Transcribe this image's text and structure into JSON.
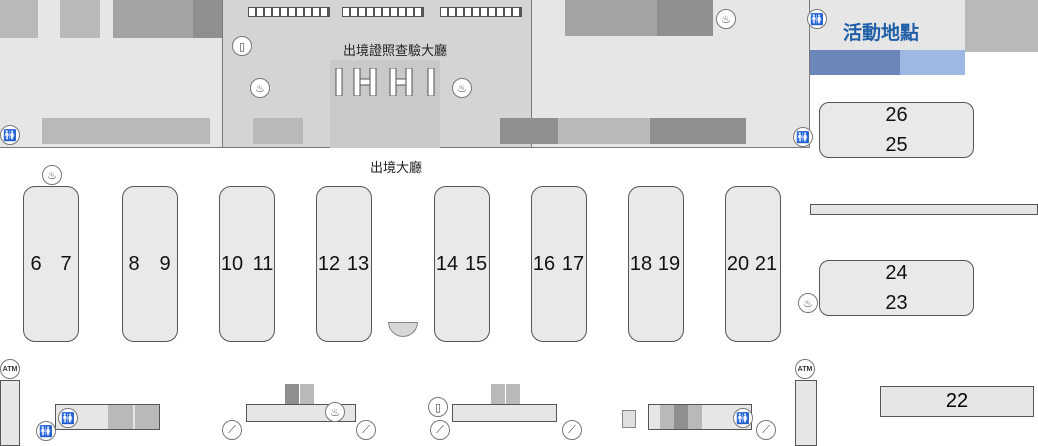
{
  "map": {
    "legend_title": "活動地點",
    "label_passport_hall": "出境證照查驗大廳",
    "label_departure_hall": "出境大廳",
    "counters": [
      {
        "id": "c-6-7",
        "label_a": "6",
        "label_b": "7"
      },
      {
        "id": "c-8-9",
        "label_a": "8",
        "label_b": "9"
      },
      {
        "id": "c-10-11",
        "label_a": "10",
        "label_b": "11"
      },
      {
        "id": "c-12-13",
        "label_a": "12",
        "label_b": "13"
      },
      {
        "id": "c-14-15",
        "label_a": "14",
        "label_b": "15"
      },
      {
        "id": "c-16-17",
        "label_a": "16",
        "label_b": "17"
      },
      {
        "id": "c-18-19",
        "label_a": "18",
        "label_b": "19"
      },
      {
        "id": "c-20-21",
        "label_a": "20",
        "label_b": "21"
      }
    ],
    "box_26_25": {
      "top": "26",
      "bottom": "25"
    },
    "box_24_23": {
      "top": "24",
      "bottom": "23"
    },
    "box_22": "22",
    "atm_label": "ATM",
    "colors": {
      "event_dark": "#6b86b8",
      "event_light": "#9fb7e3",
      "legend_text": "#1f5fa8"
    }
  }
}
